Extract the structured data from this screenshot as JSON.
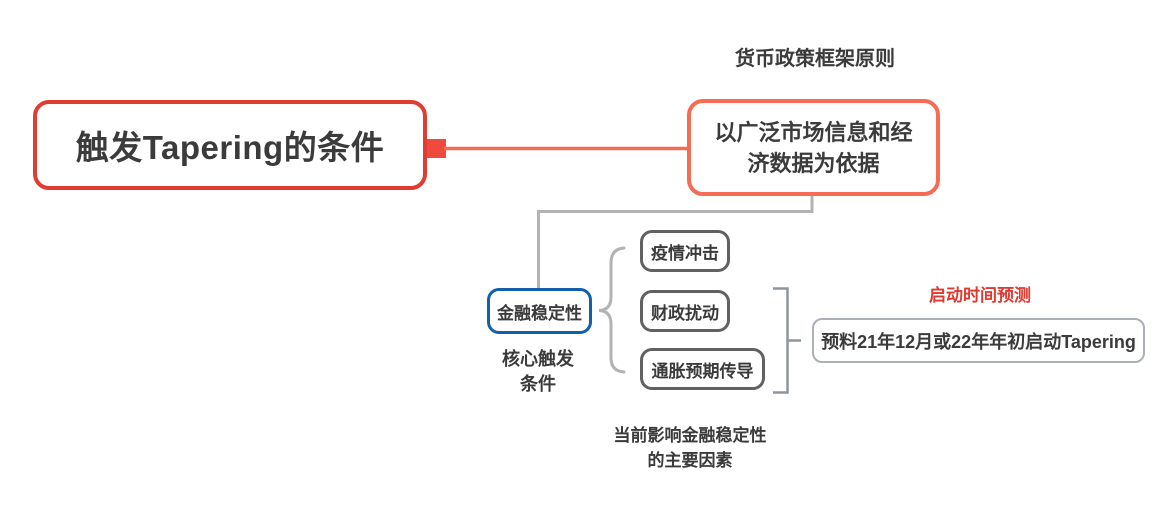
{
  "colors": {
    "root_border": "#e23b33",
    "branch_connector": "#f66b55",
    "branch_square": "#ee4b3e",
    "principle_border": "#f76a54",
    "stability_border": "#1260ab",
    "factor_border": "#616161",
    "connector_gray": "#b3b3b3",
    "bracket_gray": "#8f959e",
    "prediction_border": "#abb0b8",
    "prediction_title_red": "#e0392f",
    "text": "#3b3b3b"
  },
  "nodes": {
    "root": {
      "label": "触发Tapering的条件"
    },
    "principle": {
      "title": "货币政策框架原则",
      "line1": "以广泛市场信息和经",
      "line2": "济数据为依据"
    },
    "stability": {
      "label": "金融稳定性",
      "caption1": "核心触发",
      "caption2": "条件"
    },
    "factors": {
      "items": [
        {
          "label": "疫情冲击"
        },
        {
          "label": "财政扰动"
        },
        {
          "label": "通胀预期传导"
        }
      ],
      "caption1": "当前影响金融稳定性",
      "caption2": "的主要因素"
    },
    "prediction": {
      "title": "启动时间预测",
      "label": "预料21年12月或22年年初启动Tapering"
    }
  }
}
